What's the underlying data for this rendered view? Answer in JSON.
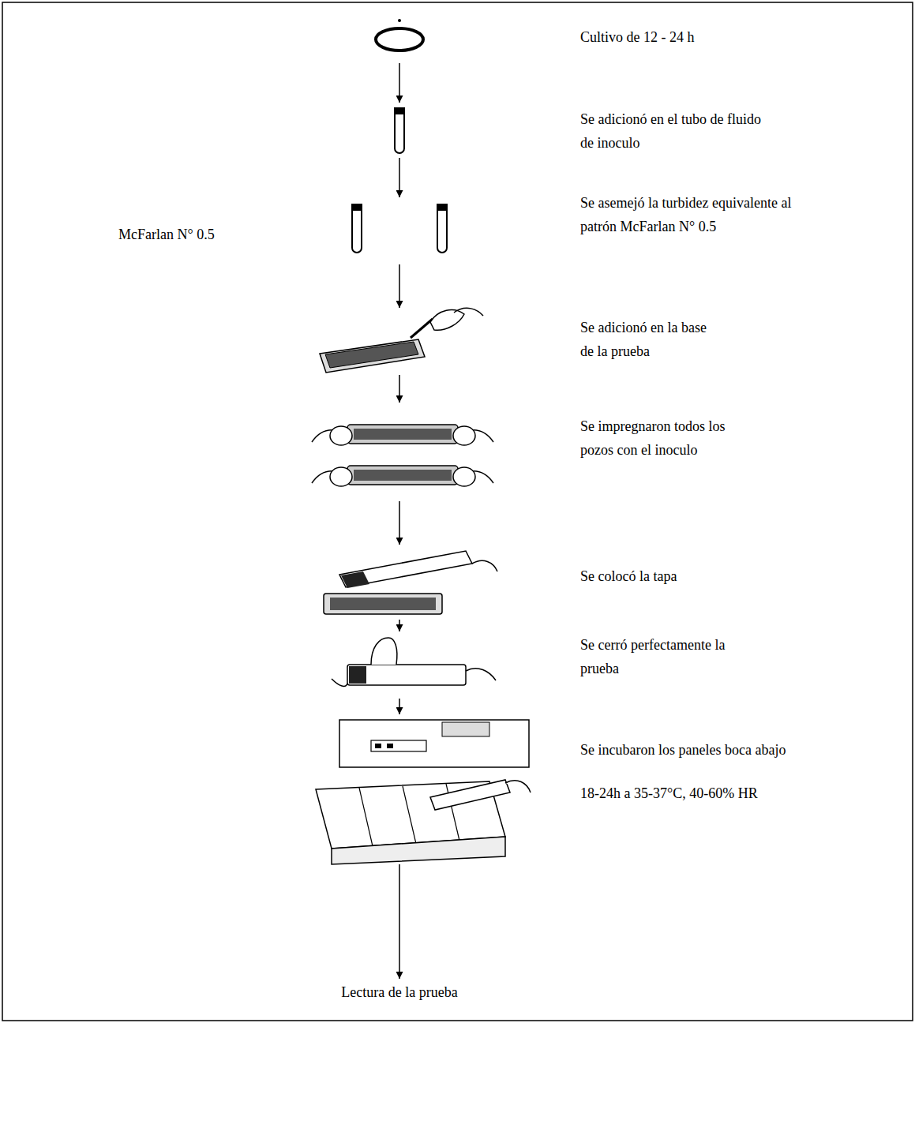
{
  "diagram": {
    "nodes": [
      {
        "text": [
          "Cultivo de 12 - 24 h"
        ]
      },
      {
        "text": [
          "Se adicionó en el tubo de fluido de inoculo"
        ]
      },
      {
        "text": [
          "Se asemejó la turbidez equivalente al patrón McFarlan N° 0.5"
        ]
      },
      {
        "text": [
          "Se adicionó en la base de la prueba"
        ]
      },
      {
        "text": [
          "Se impregnaron todos los pozos con el inoculo"
        ]
      },
      {
        "text": [
          "Se colocó la tapa"
        ]
      },
      {
        "text": [
          "Se cerró perfectamente la prueba"
        ]
      },
      {
        "text": [
          "Se incubaron los paneles boca abajo",
          "18-24h a 35-37°C, 40-60% HR"
        ]
      },
      {
        "text": [
          "Lectura de la prueba"
        ]
      }
    ],
    "edges": [
      {
        "from": 0,
        "to": 1,
        "arrow": "to"
      },
      {
        "from": 1,
        "to": 2,
        "arrow": "to"
      },
      {
        "from": 2,
        "to": 3,
        "arrow": "to"
      },
      {
        "from": 3,
        "to": 4,
        "arrow": "to"
      },
      {
        "from": 4,
        "to": 5,
        "arrow": "to"
      },
      {
        "from": 5,
        "to": 6,
        "arrow": "to"
      },
      {
        "from": 6,
        "to": 7,
        "arrow": "to"
      },
      {
        "from": 7,
        "to": 8,
        "arrow": "to"
      }
    ],
    "labels": [
      "McFarlan N° 0.5"
    ]
  }
}
